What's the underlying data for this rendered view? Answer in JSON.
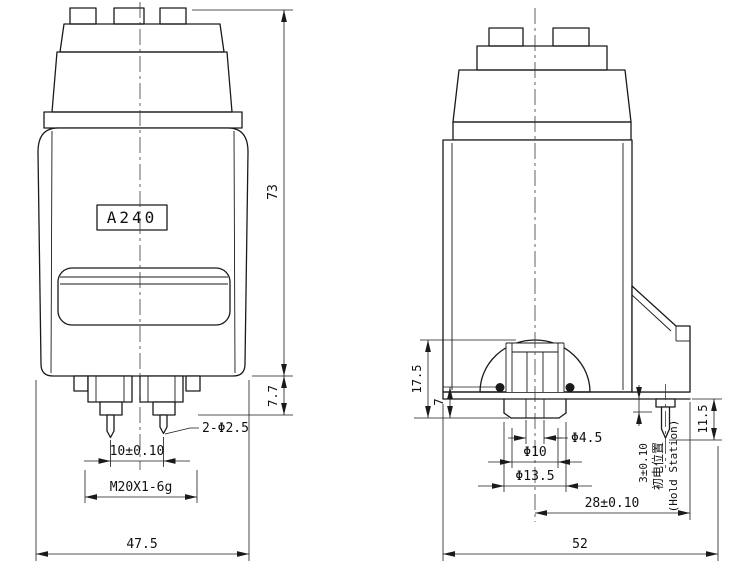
{
  "drawing": {
    "part_label": "A240",
    "front_view": {
      "dim_height": "73",
      "dim_base_height": "7.7",
      "pin_dia_note": "2-Φ2.5",
      "dim_pin_spacing": "10±0.10",
      "thread_spec": "M20X1-6g",
      "dim_width": "47.5"
    },
    "side_view": {
      "dim_boss_height": "17.5",
      "dim_boss_depth": "7",
      "dim_hole_dia": "Φ4.5",
      "dim_bore_dia": "Φ10",
      "dim_counterbore_dia": "Φ13.5",
      "dim_stroke": "3±0.10",
      "hold_label_cn": "初电位置",
      "hold_label_en": "(Hold Station)",
      "dim_pin_length": "11.5",
      "dim_pin_offset": "28±0.10",
      "dim_width": "52"
    }
  }
}
